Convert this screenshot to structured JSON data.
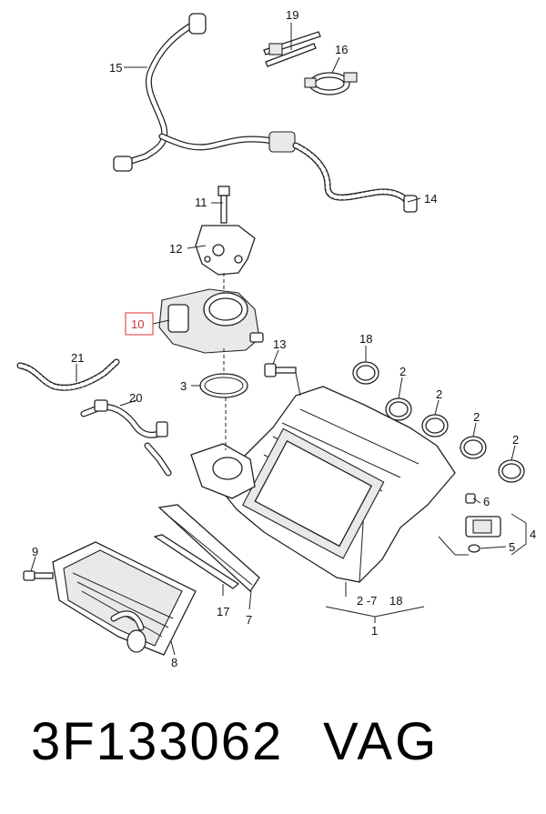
{
  "callouts": {
    "c1": "1",
    "c2a": "2",
    "c2b": "2",
    "c2c": "2",
    "c2d": "2",
    "c3": "3",
    "c4": "4",
    "c5": "5",
    "c6": "6",
    "c7": "7",
    "c8": "8",
    "c9": "9",
    "c10": "10",
    "c11": "11",
    "c12": "12",
    "c13": "13",
    "c14": "14",
    "c15": "15",
    "c16": "16",
    "c17": "17",
    "c18a": "18",
    "c18b": "18",
    "c19": "19",
    "c20": "20",
    "c21": "21",
    "c27": "2 -7"
  },
  "highlight_color": "#e05555",
  "caption": {
    "part_number": "3F133062",
    "brand": "VAG"
  }
}
